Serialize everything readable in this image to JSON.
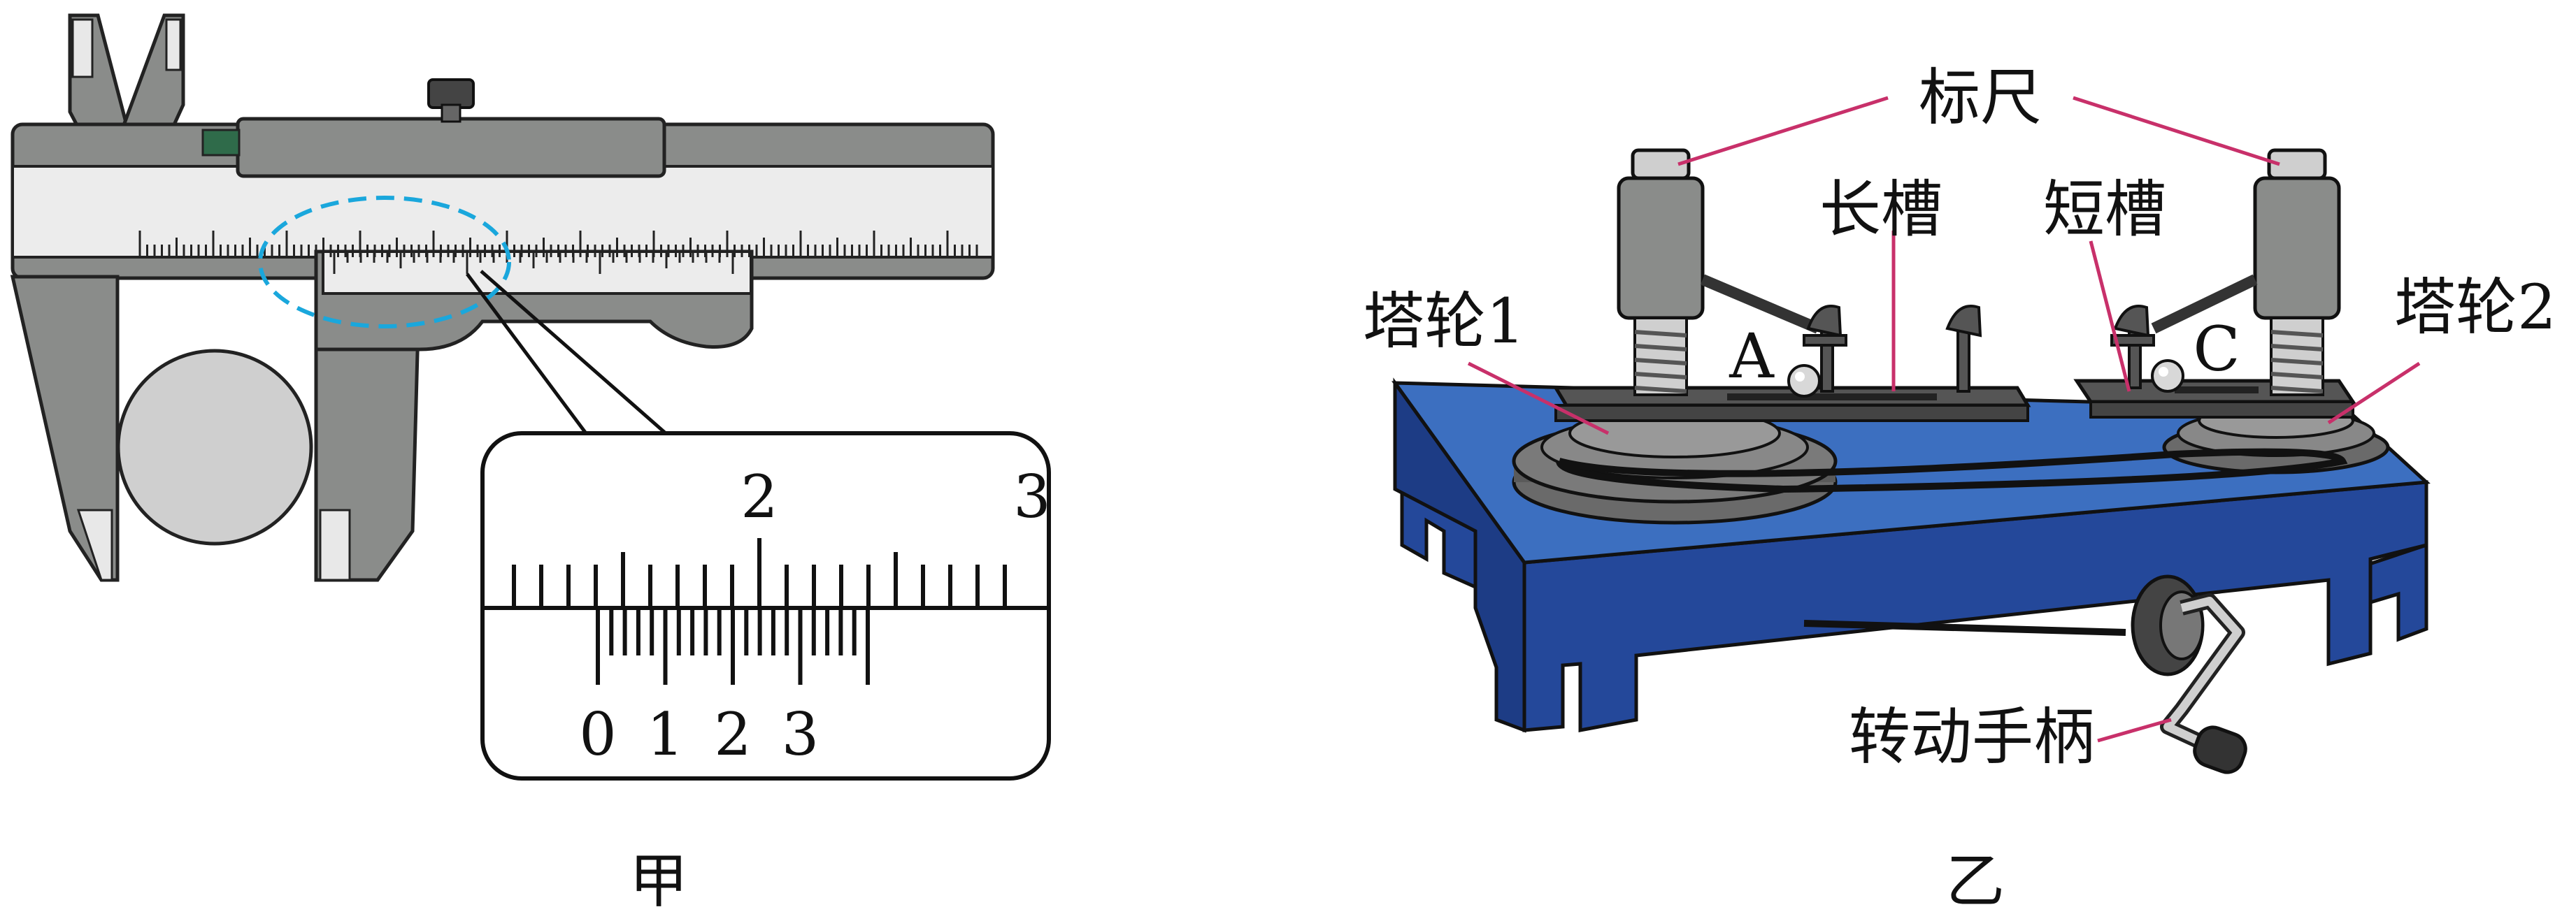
{
  "figure_jia": {
    "caption": "甲",
    "zoom_main_numbers": [
      "2",
      "3"
    ],
    "zoom_vernier_numbers": [
      "0",
      "1",
      "2",
      "3"
    ]
  },
  "figure_yi": {
    "caption": "乙",
    "labels": {
      "ruler": "标尺",
      "long_slot": "长槽",
      "short_slot": "短槽",
      "tower_wheel_1": "塔轮1",
      "tower_wheel_2": "塔轮2",
      "handle": "转动手柄",
      "point_a": "A",
      "point_c": "C"
    }
  },
  "colors": {
    "caliper_body": "#8a8c8a",
    "scale_strip": "#ececec",
    "highlight_ellipse": "#1aa7dc",
    "base_blue": "#3c6fc0",
    "base_blue_dark": "#24489a",
    "label_line": "#c8306a",
    "metal_dark": "#555555"
  }
}
